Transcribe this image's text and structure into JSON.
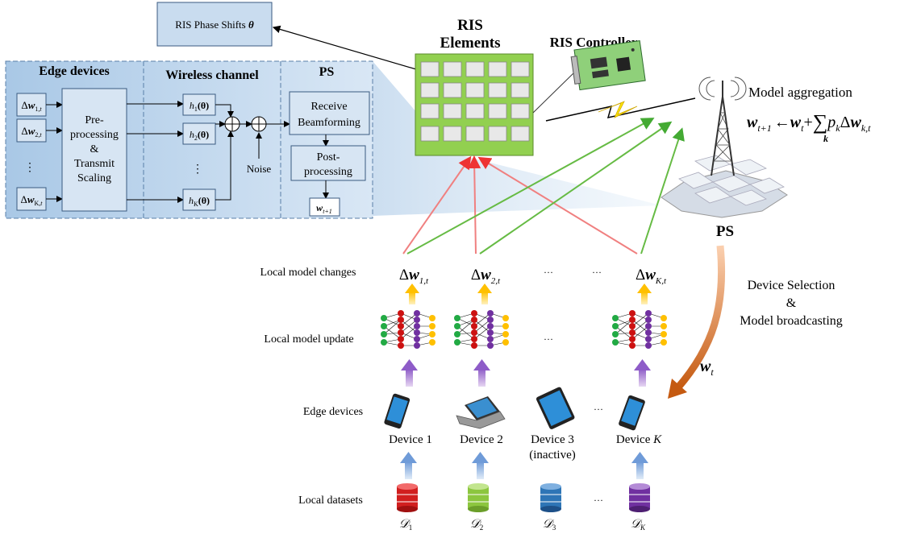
{
  "block_diagram": {
    "ris_phase_box": {
      "label": "RIS Phase Shifts ",
      "symbol": "θ"
    },
    "sections": {
      "edge_devices": "Edge devices",
      "wireless_channel": "Wireless channel",
      "ps": "PS"
    },
    "inputs": [
      {
        "delta": "Δ",
        "w": "w",
        "sub": "1,",
        "t": "t"
      },
      {
        "delta": "Δ",
        "w": "w",
        "sub": "2,",
        "t": "t"
      },
      {
        "dots": "⋮"
      },
      {
        "delta": "Δ",
        "w": "w",
        "sub": "K,",
        "t": "t"
      }
    ],
    "preproc_lines": [
      "Pre-",
      "processing",
      "&",
      "Transmit",
      "Scaling"
    ],
    "channels": [
      {
        "h": "h",
        "sub": "1",
        "arg": "(θ)"
      },
      {
        "h": "h",
        "sub": "2",
        "arg": "(θ)"
      },
      {
        "dots": "⋮"
      },
      {
        "h": "h",
        "sub": "K",
        "arg": "(θ)"
      }
    ],
    "noise": "Noise",
    "receive_lines": [
      "Receive",
      "Beamforming"
    ],
    "post_lines": [
      "Post-",
      "processing"
    ],
    "output": {
      "w": "w",
      "sub": "t+1"
    }
  },
  "ris": {
    "title_line1": "RIS",
    "title_line2": "Elements",
    "controller": "RIS Controller"
  },
  "ps": {
    "label": "PS",
    "aggregation_title": "Model aggregation",
    "formula": {
      "lhs": "w",
      "lhs_sub": "t+1",
      "arrow": "←",
      "w": "w",
      "w_sub": "t",
      "plus": "+",
      "sum": "∑",
      "sum_sub": "k",
      "p": "p",
      "p_sub": "k",
      "delta": "Δ",
      "dw": "w",
      "dw_sub": "k,t"
    }
  },
  "broadcast": {
    "lines": [
      "Device Selection",
      "&",
      "Model broadcasting"
    ],
    "symbol": "w",
    "symbol_sub": "t"
  },
  "row_labels": [
    "Local model changes",
    "Local model update",
    "Edge devices",
    "Local datasets"
  ],
  "local_changes": [
    {
      "delta": "Δ",
      "w": "w",
      "sub": "1,t"
    },
    {
      "delta": "Δ",
      "w": "w",
      "sub": "2,t"
    },
    {
      "delta": "Δ",
      "w": "w",
      "sub": "K,t"
    }
  ],
  "ellipsis": "···",
  "devices": [
    {
      "name": "Device 1",
      "note": ""
    },
    {
      "name": "Device 2",
      "note": ""
    },
    {
      "name": "Device 3",
      "note": "(inactive)"
    },
    {
      "name": "Device ",
      "k": "K",
      "note": ""
    }
  ],
  "datasets": [
    {
      "d": "𝒟",
      "sub": "1",
      "color": "#d11f1f"
    },
    {
      "d": "𝒟",
      "sub": "2",
      "color": "#8cc63f"
    },
    {
      "d": "𝒟",
      "sub": "3",
      "color": "#2e75b6"
    },
    {
      "d": "𝒟",
      "sub": "K",
      "color": "#7030a0"
    }
  ],
  "colors": {
    "panel_blue": "#b9d3ea",
    "ris_green": "#92d050",
    "arrow_red": "#f47a7a",
    "arrow_green": "#66bb44",
    "up_yellow": "#ffc000",
    "up_purple": "#9966cc",
    "up_blue": "#7ea6dc",
    "broadcast_orange": "#c55a11"
  }
}
